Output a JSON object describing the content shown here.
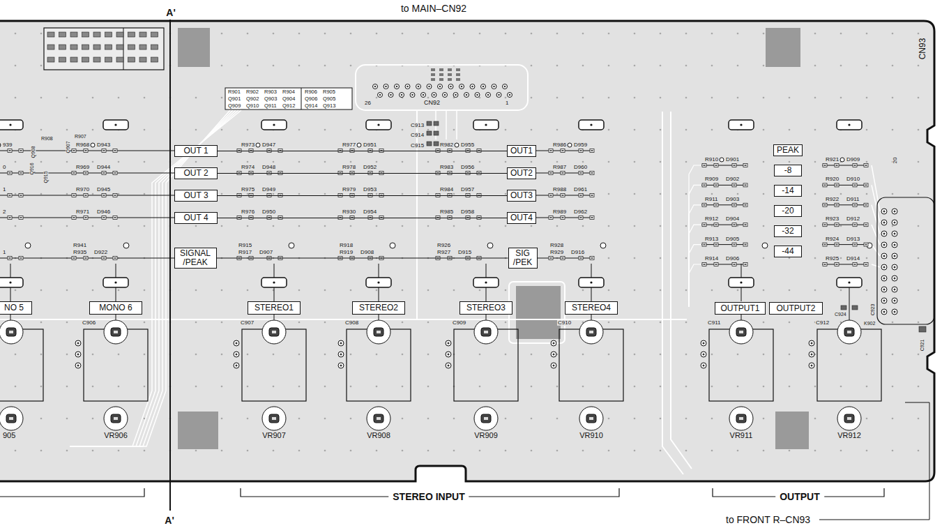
{
  "diagram": {
    "nodes": [
      {
        "text": [
          "OUT 1"
        ]
      },
      {
        "text": [
          "OUT 2"
        ]
      },
      {
        "text": [
          "OUT 3"
        ]
      },
      {
        "text": [
          "OUT 4"
        ]
      },
      {
        "text": [
          "SIGNAL /PEAK"
        ]
      },
      {
        "text": [
          "OUT1"
        ]
      },
      {
        "text": [
          "OUT2"
        ]
      },
      {
        "text": [
          "OUT3"
        ]
      },
      {
        "text": [
          "OUT4"
        ]
      },
      {
        "text": [
          "SIG /PEK"
        ]
      },
      {
        "text": [
          "PEAK"
        ]
      },
      {
        "text": [
          "-8"
        ]
      },
      {
        "text": [
          "-14"
        ]
      },
      {
        "text": [
          "-20"
        ]
      },
      {
        "text": [
          "-32"
        ]
      },
      {
        "text": [
          "-44"
        ]
      },
      {
        "text": [
          "NO 5"
        ]
      },
      {
        "text": [
          "MONO 6"
        ]
      },
      {
        "text": [
          "STEREO1"
        ]
      },
      {
        "text": [
          "STEREO2"
        ]
      },
      {
        "text": [
          "STEREO3"
        ]
      },
      {
        "text": [
          "STEREO4"
        ]
      },
      {
        "text": [
          "OUTPUT1"
        ]
      },
      {
        "text": [
          "OUTPUT2"
        ]
      }
    ],
    "edges": [
      {
        "from": 0,
        "to": 5,
        "arrow": "none"
      },
      {
        "from": 1,
        "to": 6,
        "arrow": "none"
      },
      {
        "from": 2,
        "to": 7,
        "arrow": "none"
      },
      {
        "from": 3,
        "to": 8,
        "arrow": "none"
      },
      {
        "from": 4,
        "to": 9,
        "arrow": "none"
      }
    ],
    "labels": [
      "to MAIN–CN92",
      "A'",
      "CN92",
      "26",
      "1",
      "C913",
      "C914",
      "C915",
      "R901",
      "R902",
      "R903",
      "R904",
      "R906",
      "R905",
      "Q901",
      "Q902",
      "Q903",
      "Q904",
      "Q906",
      "Q905",
      "Q909",
      "Q910",
      "Q911",
      "Q912",
      "Q914",
      "Q913",
      "CN93",
      "20",
      "R908",
      "R907",
      "Q908",
      "Q907",
      "Q916",
      "Q915",
      "939",
      "0",
      "1",
      "2",
      "R968",
      "D943",
      "R969",
      "D944",
      "R970",
      "D945",
      "R971",
      "D946",
      "1",
      "R941",
      "R935",
      "D922",
      "C906",
      "905",
      "VR906",
      "R973",
      "D947",
      "R974",
      "D948",
      "R975",
      "D949",
      "R976",
      "D950",
      "R915",
      "R917",
      "D907",
      "C907",
      "VR907",
      "R977",
      "D951",
      "R978",
      "D952",
      "R979",
      "D953",
      "R930",
      "D954",
      "R918",
      "R919",
      "D908",
      "C908",
      "VR908",
      "R982",
      "D955",
      "R983",
      "D956",
      "R984",
      "D957",
      "R985",
      "D958",
      "R926",
      "R927",
      "D915",
      "C909",
      "VR909",
      "R986",
      "D959",
      "R987",
      "D960",
      "R988",
      "D961",
      "R989",
      "D962",
      "R928",
      "R929",
      "D916",
      "C910",
      "VR910",
      "R910",
      "D901",
      "R909",
      "D902",
      "R911",
      "D903",
      "R912",
      "D904",
      "R913",
      "D905",
      "R914",
      "D906",
      "R921",
      "D909",
      "R920",
      "D910",
      "R922",
      "D911",
      "R923",
      "D912",
      "R924",
      "D913",
      "R925",
      "D914",
      "C911",
      "VR911",
      "C912",
      "VR912",
      "C924",
      "C923",
      "K902",
      "C921",
      "STEREO INPUT",
      "OUTPUT",
      "A'",
      "to FRONT R–CN93"
    ]
  }
}
